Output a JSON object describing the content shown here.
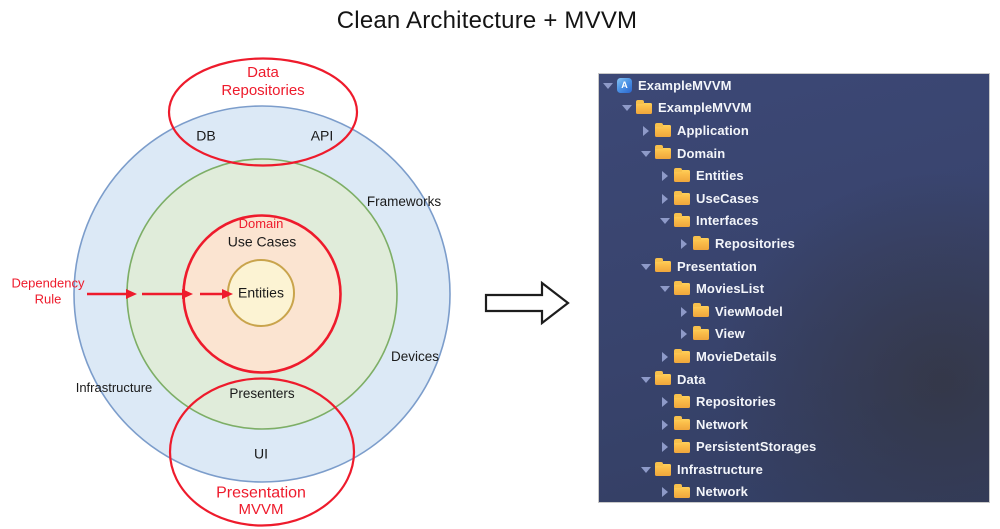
{
  "title": "Clean Architecture + MVVM",
  "css_vars": {
    "--red": "#ee1b2c",
    "--panel-top": "#3c4876",
    "--panel-bottom": "#333e62",
    "--smudge": "rgba(52,53,63,0.75)",
    "--triangle": "#8e9ac8",
    "--tree-text": "#f3f5fa"
  },
  "diagram": {
    "labels": {
      "data_repositories_line1": "Data",
      "data_repositories_line2": "Repositories",
      "db": "DB",
      "api": "API",
      "frameworks": "Frameworks",
      "domain": "Domain",
      "use_cases": "Use Cases",
      "entities": "Entities",
      "devices": "Devices",
      "infrastructure": "Infrastructure",
      "presenters": "Presenters",
      "ui": "UI",
      "presentation": "Presentation",
      "mvvm": "MVVM",
      "dependency_rule_line1": "Dependency",
      "dependency_rule_line2": "Rule"
    },
    "colors": {
      "red": "#ee1b2c",
      "frameworks_fill": "#dce9f6",
      "frameworks_stroke": "#7c9dcb",
      "green_fill": "#e0ecda",
      "green_stroke": "#7dae66",
      "domain_fill": "#fbe4d1",
      "entities_fill": "#fcf3d3",
      "entities_stroke": "#c9a44c"
    }
  },
  "file_tree": {
    "project_icon_glyph": "A",
    "rows": [
      {
        "label": "ExampleMVVM",
        "level": 0,
        "icon": "project",
        "expanded": true
      },
      {
        "label": "ExampleMVVM",
        "level": 1,
        "icon": "folder",
        "expanded": true
      },
      {
        "label": "Application",
        "level": 2,
        "icon": "folder",
        "expanded": false
      },
      {
        "label": "Domain",
        "level": 2,
        "icon": "folder",
        "expanded": true
      },
      {
        "label": "Entities",
        "level": 3,
        "icon": "folder",
        "expanded": false
      },
      {
        "label": "UseCases",
        "level": 3,
        "icon": "folder",
        "expanded": false
      },
      {
        "label": "Interfaces",
        "level": 3,
        "icon": "folder",
        "expanded": true
      },
      {
        "label": "Repositories",
        "level": 4,
        "icon": "folder",
        "expanded": false
      },
      {
        "label": "Presentation",
        "level": 2,
        "icon": "folder",
        "expanded": true
      },
      {
        "label": "MoviesList",
        "level": 3,
        "icon": "folder",
        "expanded": true
      },
      {
        "label": "ViewModel",
        "level": 4,
        "icon": "folder",
        "expanded": false
      },
      {
        "label": "View",
        "level": 4,
        "icon": "folder",
        "expanded": false
      },
      {
        "label": "MovieDetails",
        "level": 3,
        "icon": "folder",
        "expanded": false
      },
      {
        "label": "Data",
        "level": 2,
        "icon": "folder",
        "expanded": true
      },
      {
        "label": "Repositories",
        "level": 3,
        "icon": "folder",
        "expanded": false
      },
      {
        "label": "Network",
        "level": 3,
        "icon": "folder",
        "expanded": false
      },
      {
        "label": "PersistentStorages",
        "level": 3,
        "icon": "folder",
        "expanded": false
      },
      {
        "label": "Infrastructure",
        "level": 2,
        "icon": "folder",
        "expanded": true
      },
      {
        "label": "Network",
        "level": 3,
        "icon": "folder",
        "expanded": false
      }
    ]
  }
}
